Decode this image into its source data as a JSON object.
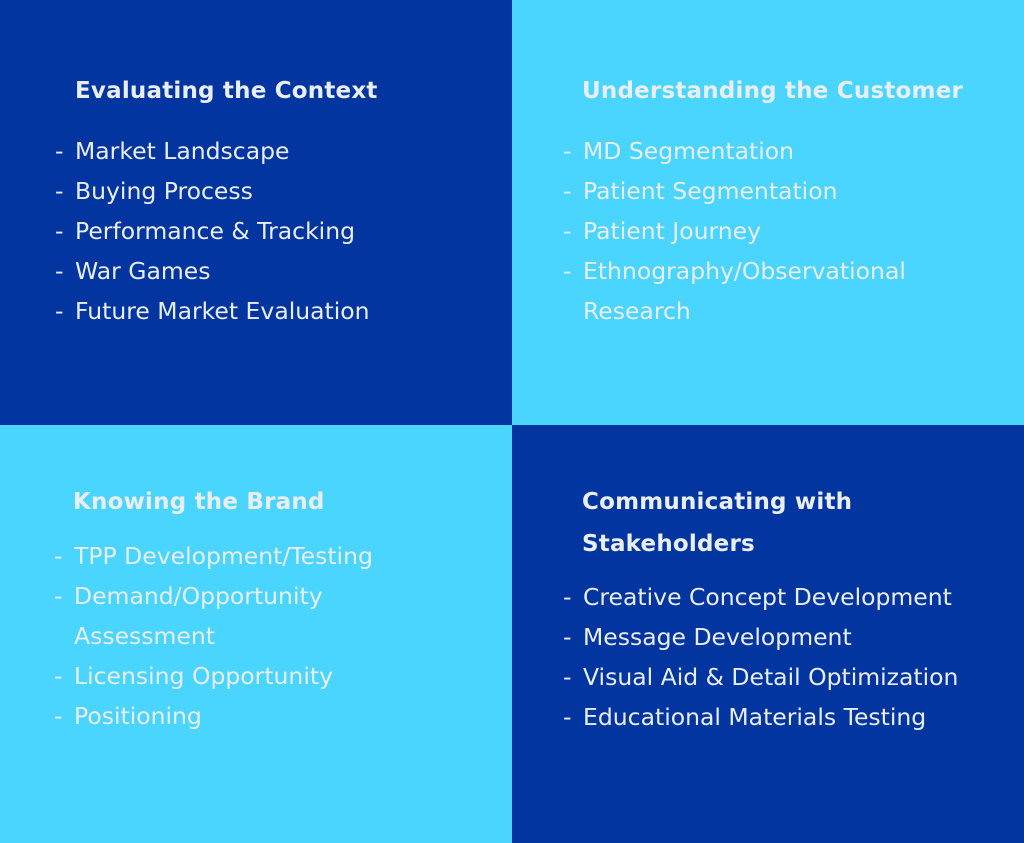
{
  "colors": {
    "dark_blue": "#0335a0",
    "light_blue": "#49d5fd",
    "text": "#e9eef2"
  },
  "quadrants": [
    {
      "title": "Evaluating the Context",
      "items": [
        "Market Landscape",
        "Buying Process",
        "Performance & Tracking",
        "War Games",
        "Future Market Evaluation"
      ]
    },
    {
      "title": "Understanding the Customer",
      "items": [
        "MD Segmentation",
        "Patient Segmentation",
        "Patient Journey",
        "Ethnography/Observational Research"
      ]
    },
    {
      "title": "Knowing the Brand",
      "items": [
        "TPP Development/Testing",
        "Demand/Opportunity Assessment",
        "Licensing Opportunity",
        "Positioning"
      ]
    },
    {
      "title": "Communicating with Stakeholders",
      "items": [
        "Creative Concept Development",
        "Message Development",
        "Visual Aid & Detail Optimization",
        "Educational Materials Testing"
      ]
    }
  ]
}
